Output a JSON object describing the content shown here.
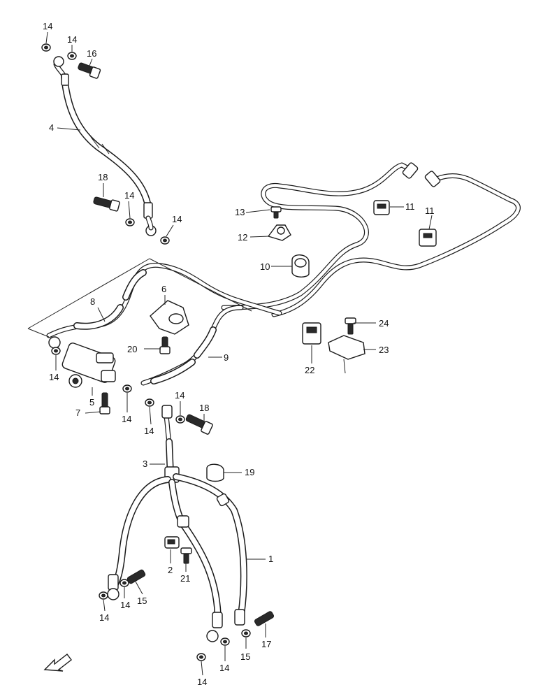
{
  "callouts": [
    {
      "id": "c-14-a",
      "text": "14"
    },
    {
      "id": "c-14-b",
      "text": "14"
    },
    {
      "id": "c-16",
      "text": "16"
    },
    {
      "id": "c-4",
      "text": "4"
    },
    {
      "id": "c-18-a",
      "text": "18"
    },
    {
      "id": "c-14-c",
      "text": "14"
    },
    {
      "id": "c-14-d",
      "text": "14"
    },
    {
      "id": "c-13",
      "text": "13"
    },
    {
      "id": "c-12",
      "text": "12"
    },
    {
      "id": "c-11-a",
      "text": "11"
    },
    {
      "id": "c-11-b",
      "text": "11"
    },
    {
      "id": "c-10",
      "text": "10"
    },
    {
      "id": "c-6",
      "text": "6"
    },
    {
      "id": "c-8",
      "text": "8"
    },
    {
      "id": "c-20",
      "text": "20"
    },
    {
      "id": "c-9",
      "text": "9"
    },
    {
      "id": "c-24",
      "text": "24"
    },
    {
      "id": "c-23",
      "text": "23"
    },
    {
      "id": "c-22",
      "text": "22"
    },
    {
      "id": "c-14-e",
      "text": "14"
    },
    {
      "id": "c-5",
      "text": "5"
    },
    {
      "id": "c-7",
      "text": "7"
    },
    {
      "id": "c-14-f",
      "text": "14"
    },
    {
      "id": "c-14-g",
      "text": "14"
    },
    {
      "id": "c-14-h",
      "text": "14"
    },
    {
      "id": "c-18-b",
      "text": "18"
    },
    {
      "id": "c-3",
      "text": "3"
    },
    {
      "id": "c-19",
      "text": "19"
    },
    {
      "id": "c-1",
      "text": "1"
    },
    {
      "id": "c-2",
      "text": "2"
    },
    {
      "id": "c-21",
      "text": "21"
    },
    {
      "id": "c-15",
      "text": "15"
    },
    {
      "id": "c-14-i",
      "text": "14"
    },
    {
      "id": "c-14-j",
      "text": "14"
    },
    {
      "id": "c-17",
      "text": "17"
    },
    {
      "id": "c-15-b",
      "text": "15"
    },
    {
      "id": "c-14-k",
      "text": "14"
    },
    {
      "id": "c-14-l",
      "text": "14"
    }
  ]
}
